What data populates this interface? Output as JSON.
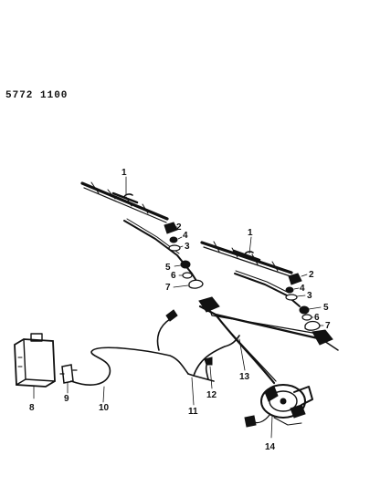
{
  "diagram": {
    "code": "5772 1100",
    "callouts": {
      "blade_left": "1",
      "blade_right": "1",
      "cap_left": "2",
      "cap_right": "2",
      "nut_left": "4",
      "nut_right": "4",
      "washer_left": "3",
      "washer_right": "3",
      "bushing_left": "5",
      "bushing_right": "5",
      "washer6_left": "6",
      "washer6_right": "6",
      "pivot_cap_left": "7",
      "pivot_cap_right": "7",
      "reservoir": "8",
      "pump": "9",
      "hose": "10",
      "hose_joint": "11",
      "nozzle": "12",
      "linkage": "13",
      "motor": "14"
    }
  }
}
